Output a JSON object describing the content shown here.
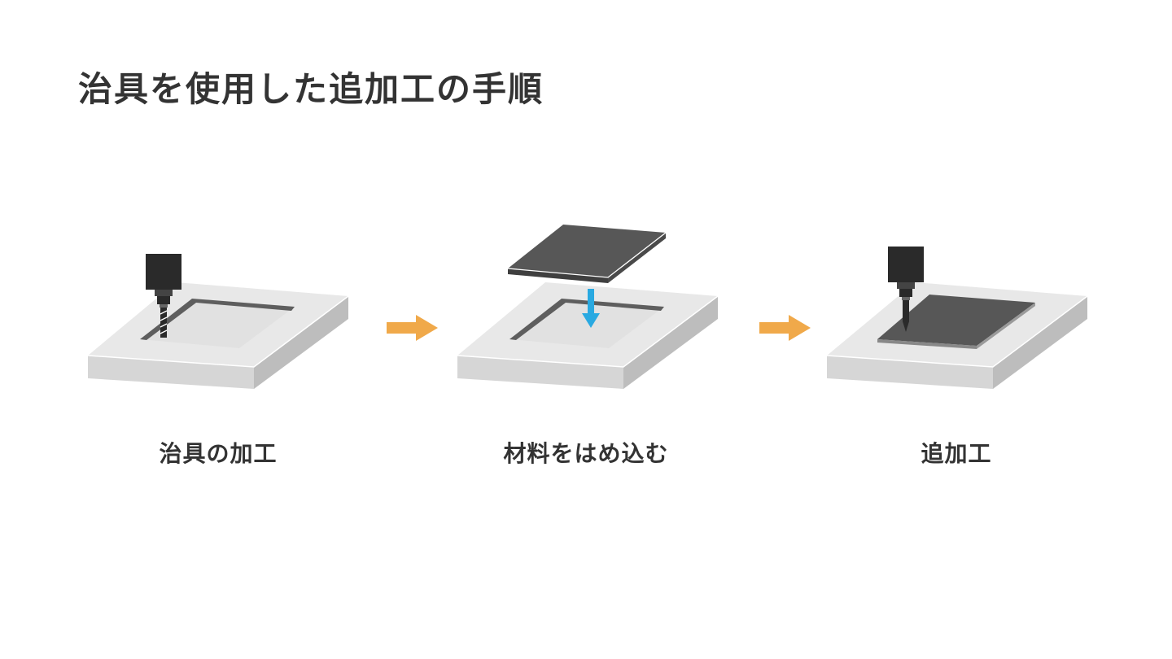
{
  "title": "治具を使用した追加工の手順",
  "steps": [
    {
      "label": "治具の加工",
      "icon": "mill-cutting-jig-pocket"
    },
    {
      "label": "材料をはめ込む",
      "icon": "material-inserted-into-jig"
    },
    {
      "label": "追加工",
      "icon": "mill-machining-material"
    }
  ],
  "colors": {
    "text": "#333333",
    "jig_top": "#e8e8e8",
    "jig_front": "#d6d6d6",
    "jig_side": "#bdbdbd",
    "material": "#575757",
    "spindle": "#2a2a2a",
    "flow_arrow": "#f0a94a",
    "insert_arrow": "#29a9e1"
  }
}
